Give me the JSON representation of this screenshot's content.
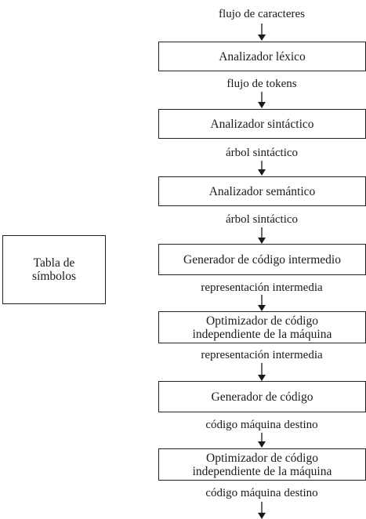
{
  "symbol_table": {
    "line1": "Tabla de",
    "line2": "símbolos"
  },
  "stages": [
    {
      "lines": [
        "Analizador léxico"
      ]
    },
    {
      "lines": [
        "Analizador sintáctico"
      ]
    },
    {
      "lines": [
        "Analizador semántico"
      ]
    },
    {
      "lines": [
        "Generador de código intermedio"
      ]
    },
    {
      "lines": [
        "Optimizador de código",
        "independiente de la máquina"
      ]
    },
    {
      "lines": [
        "Generador de código"
      ]
    },
    {
      "lines": [
        "Optimizador de código",
        "independiente de la máquina"
      ]
    }
  ],
  "flows": [
    "flujo de caracteres",
    "flujo de tokens",
    "árbol sintáctico",
    "árbol sintáctico",
    "representación intermedia",
    "representación intermedia",
    "código máquina destino",
    "código máquina destino"
  ]
}
